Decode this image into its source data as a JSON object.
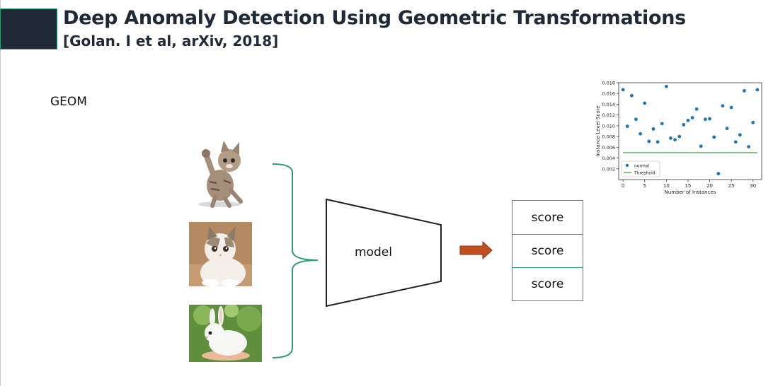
{
  "slide": {
    "title": "Deep Anomaly Detection Using Geometric Transformations",
    "subtitle": "[Golan. I et al, arXiv, 2018]",
    "section_label": "GEOM",
    "model_label": "model",
    "scores": [
      "score",
      "score",
      "score"
    ],
    "colors": {
      "heading": "#1f2937",
      "accent": "#2a9d6f",
      "arrow": "#c0501f"
    }
  },
  "chart_data": {
    "type": "scatter",
    "xlabel": "Number of Instances",
    "ylabel": "Instance Level Score",
    "xlim": [
      -1,
      32
    ],
    "ylim": [
      0.0,
      0.018
    ],
    "xticks": [
      0,
      5,
      10,
      15,
      20,
      25,
      30
    ],
    "yticks": [
      0.002,
      0.004,
      0.006,
      0.008,
      0.01,
      0.012,
      0.014,
      0.016,
      0.018
    ],
    "ytick_labels": [
      "0.002",
      "0.004",
      "0.006",
      "0.008",
      "0.010",
      "0.012",
      "0.014",
      "0.016",
      "0.018"
    ],
    "legend": {
      "placement": "bottom-left",
      "entries": [
        "normal",
        "Threshold"
      ]
    },
    "series": [
      {
        "name": "normal",
        "kind": "scatter",
        "color": "#1f77b4",
        "x": [
          0,
          1,
          2,
          3,
          4,
          5,
          6,
          7,
          8,
          9,
          10,
          11,
          12,
          13,
          14,
          15,
          16,
          17,
          18,
          19,
          20,
          21,
          22,
          23,
          24,
          25,
          26,
          27,
          28,
          29,
          30,
          31
        ],
        "y": [
          0.0167,
          0.0099,
          0.0156,
          0.0112,
          0.0085,
          0.0142,
          0.0071,
          0.0094,
          0.007,
          0.0104,
          0.0173,
          0.0077,
          0.0074,
          0.008,
          0.0102,
          0.011,
          0.0115,
          0.0131,
          0.0062,
          0.0112,
          0.0113,
          0.0079,
          0.0011,
          0.0137,
          0.0095,
          0.0134,
          0.007,
          0.0083,
          0.0165,
          0.0061,
          0.0106,
          0.0167
        ]
      },
      {
        "name": "Threshold",
        "kind": "line",
        "color": "#2ca02c",
        "x": [
          0,
          31
        ],
        "y": [
          0.005,
          0.005
        ]
      }
    ]
  }
}
